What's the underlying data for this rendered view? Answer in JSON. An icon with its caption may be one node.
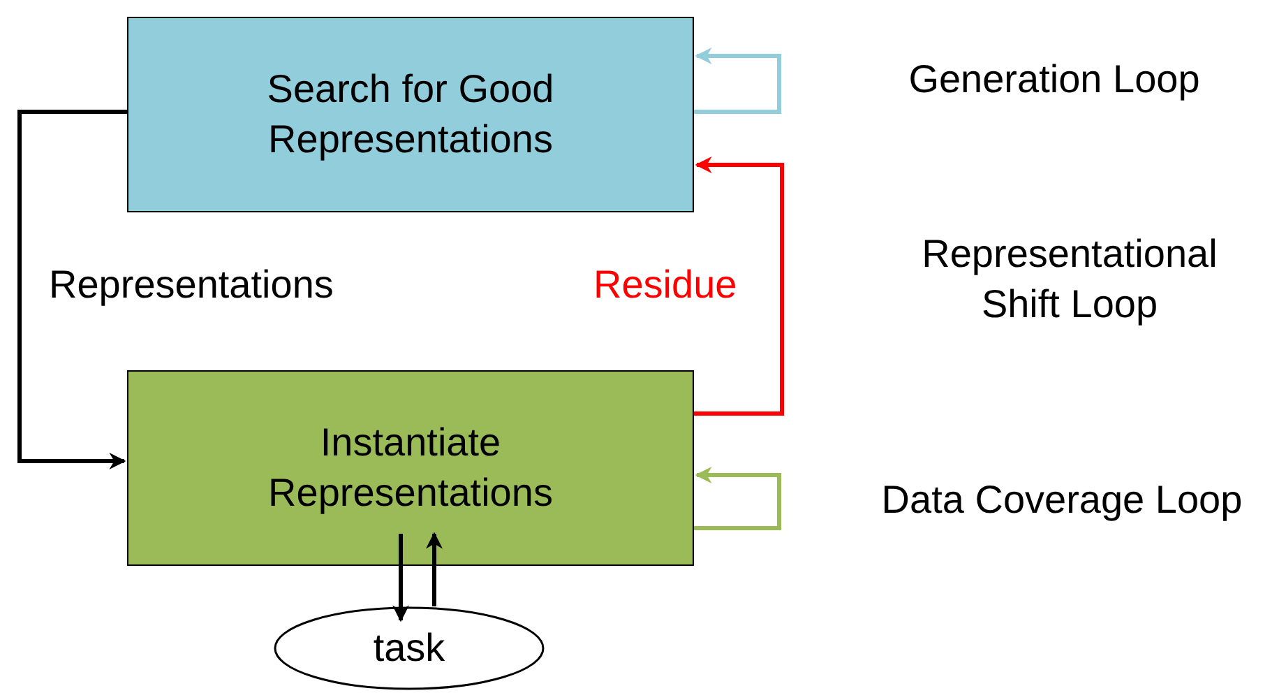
{
  "diagram": {
    "nodes": [
      {
        "text": [
          "Search for Good Representations"
        ]
      },
      {
        "text": [
          "Instantiate Representations"
        ]
      },
      {
        "text": [
          "task"
        ]
      }
    ],
    "edges": [
      {
        "from": 0,
        "to": 0,
        "arrow": "to",
        "color": "#92cddc"
      },
      {
        "from": 1,
        "to": 0,
        "arrow": "to",
        "label": "Residue",
        "color": "#ff0000"
      },
      {
        "from": 1,
        "to": 1,
        "arrow": "to",
        "color": "#9bbb59"
      },
      {
        "from": 0,
        "to": 1,
        "arrow": "to",
        "label": "Representations"
      },
      {
        "from": 1,
        "to": 2,
        "arrow": "to"
      },
      {
        "from": 2,
        "to": 1,
        "arrow": "to"
      }
    ],
    "labels": [
      "Generation Loop",
      "Representational Shift Loop",
      "Data Coverage Loop"
    ]
  }
}
